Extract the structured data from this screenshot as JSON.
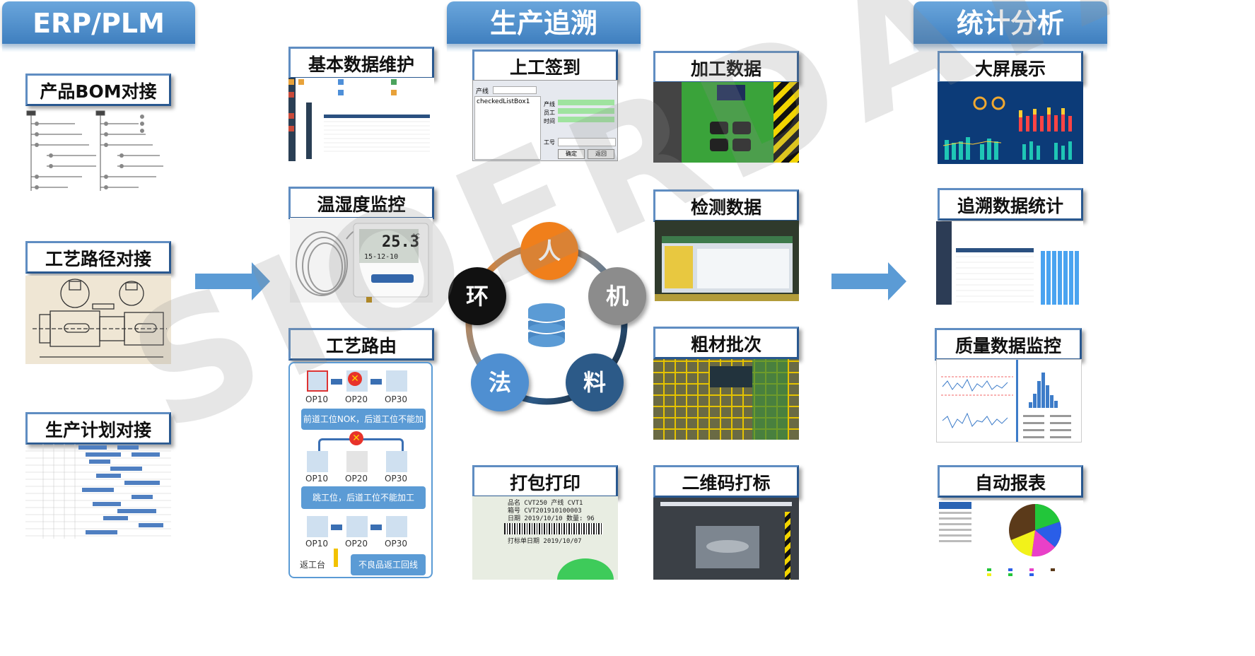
{
  "headers": {
    "left": "ERP/PLM",
    "center": "生产追溯",
    "right": "统计分析"
  },
  "left_items": [
    "产品BOM对接",
    "工艺路径对接",
    "生产计划对接"
  ],
  "mid_items": [
    "基本数据维护",
    "温湿度监控",
    "工艺路由"
  ],
  "checkin": {
    "title": "上工签到",
    "field_line": "产线",
    "list_item": "checkedListBox1",
    "field_a": "产线",
    "field_b": "员工",
    "field_c": "时间",
    "field_d": "工号",
    "btn_ok": "确定",
    "btn_back": "返回"
  },
  "pack": {
    "title": "打包打印",
    "line1": "品名 CVT250  产线 CVT1",
    "line2": "箱号 CVT201910100003",
    "line3": "日期 2019/10/10  数量: 96",
    "line4": "打标单日期 2019/10/07"
  },
  "right_items": [
    "加工数据",
    "检测数据",
    "粗材批次",
    "二维码打标"
  ],
  "stats_items": [
    "大屏展示",
    "追溯数据统计",
    "质量数据监控",
    "自动报表"
  ],
  "cycle": {
    "n1": "人",
    "n2": "机",
    "n3": "料",
    "n4": "法",
    "n5": "环"
  },
  "route": {
    "op10": "OP10",
    "op20": "OP20",
    "op30": "OP30",
    "msg1": "前道工位NOK，后道工位不能加工",
    "msg2": "跳工位，后道工位不能加工",
    "msg3": "不良品返工回线",
    "rework": "返工台"
  },
  "sensor": {
    "reading": "25.3",
    "unit": "°C",
    "date": "15-12-10"
  },
  "watermark": "SIOERDATA",
  "colors": {
    "accent": "#5b9bd5",
    "orange": "#f07f1b",
    "gray": "#8c8c8c",
    "navy": "#2c5a88",
    "blue": "#4f8fd1",
    "black": "#111111"
  }
}
